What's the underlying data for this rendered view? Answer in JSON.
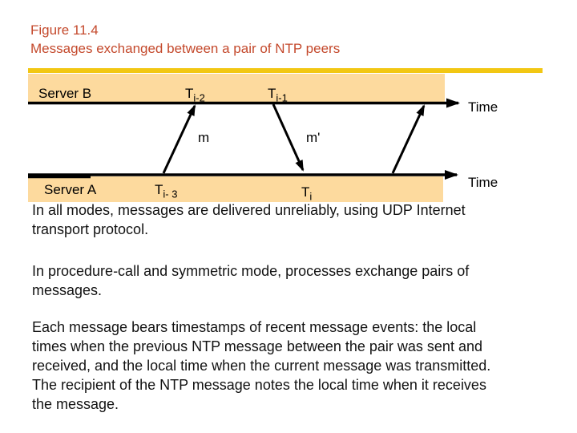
{
  "colors": {
    "title-text": "#c4492c",
    "accent-bar": "#f2c713",
    "diagram-bg": "#fdda9e",
    "body-text": "#121212",
    "line": "#000000"
  },
  "header": {
    "figure_label": "Figure 11.4",
    "figure_caption": "Messages exchanged between a pair of NTP peers"
  },
  "diagram": {
    "server_b": {
      "label": "Server B",
      "time_label": "Time"
    },
    "server_a": {
      "label": "Server A",
      "time_label": "Time"
    },
    "messages": {
      "m": "m",
      "m_prime": "m'"
    },
    "timestamps": {
      "t_i_minus_2": {
        "base": "T",
        "sub": "i-2"
      },
      "t_i_minus_1": {
        "base": "T",
        "sub": "i-1"
      },
      "t_i_minus_3": {
        "base": "T",
        "sub": "i- 3"
      },
      "t_i": {
        "base": "T",
        "sub": "i"
      }
    }
  },
  "body": {
    "paragraph_1": "In all modes, messages are delivered unreliably, using UDP Internet\ntransport protocol.",
    "paragraph_2": "In procedure-call and symmetric mode, processes exchange pairs of\nmessages.",
    "paragraph_3": "Each message bears timestamps of recent message events: the local\ntimes when the previous NTP message between the pair was sent and\nreceived, and the local time when the current message was transmitted.\nThe recipient of the NTP message notes the local time when it receives\nthe message."
  }
}
